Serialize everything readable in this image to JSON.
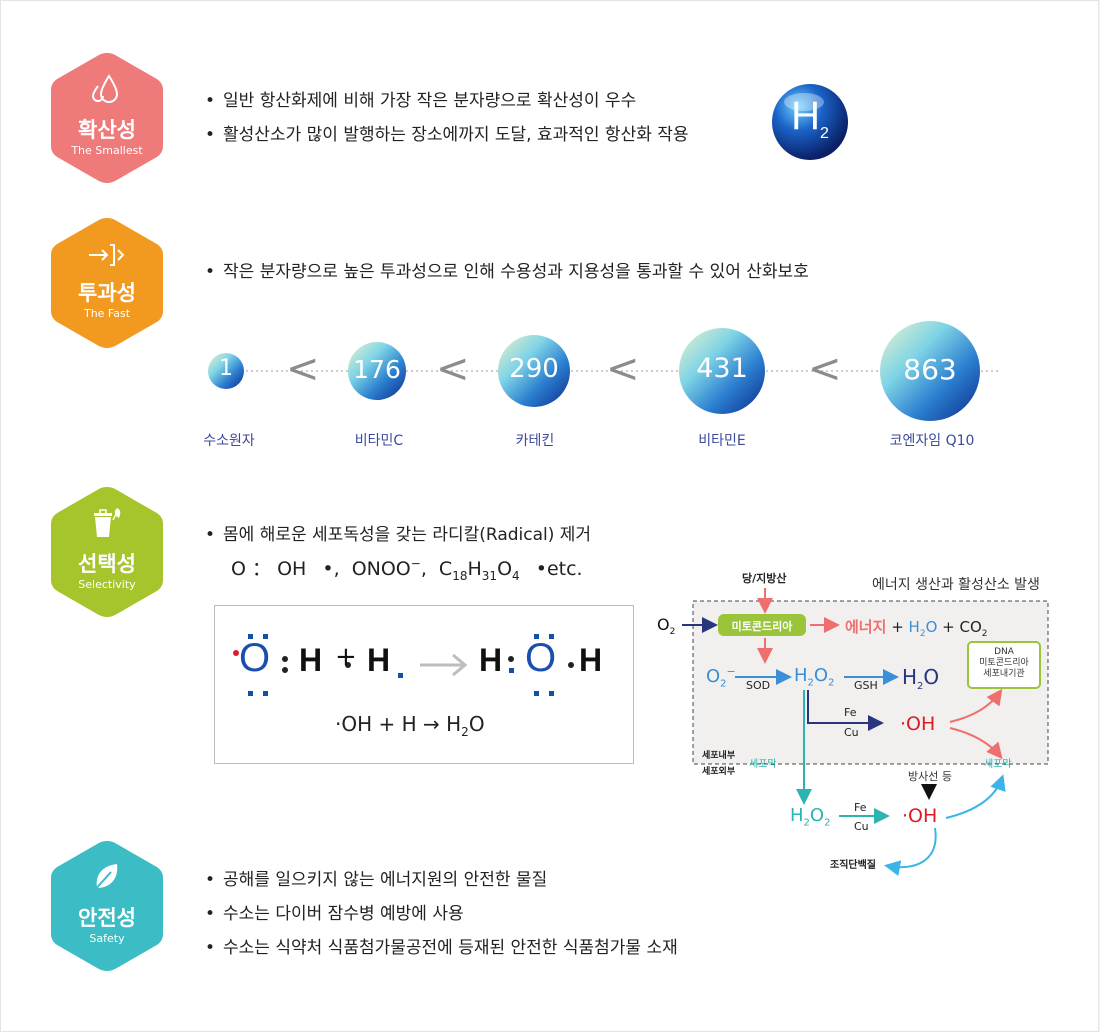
{
  "colors": {
    "smallest": "#ef7a7a",
    "fast": "#f29a1f",
    "selectivity": "#a6c52c",
    "safety": "#3cbcc4",
    "navy": "#2a3580",
    "red": "#e01b24",
    "blue": "#3a8fd8",
    "teal": "#2cb4b0"
  },
  "sections": {
    "smallest": {
      "title": "확산성",
      "subtitle": "The Smallest",
      "icon": "water-drops-icon",
      "bullets": [
        "일반 항산화제에 비해 가장 작은 분자량으로 확산성이 우수",
        "활성산소가 많이 발행하는 장소에까지 도달, 효과적인 항산화 작용"
      ],
      "ball": {
        "main": "H",
        "sub": "2"
      }
    },
    "fast": {
      "title": "투과성",
      "subtitle": "The Fast",
      "icon": "penetrate-arrow-icon",
      "bullets": [
        "작은 분자량으로 높은 투과성으로 인해 수용성과 지용성을  통과할 수 있어 산화보호"
      ],
      "molecules": [
        {
          "value": "1",
          "label": "수소원자"
        },
        {
          "value": "176",
          "label": "비타민C"
        },
        {
          "value": "290",
          "label": "카테킨"
        },
        {
          "value": "431",
          "label": "비타민E"
        },
        {
          "value": "863",
          "label": "코엔자임 Q10"
        }
      ],
      "comparator": "<"
    },
    "selectivity": {
      "title": "선택성",
      "subtitle": "Selectivity",
      "icon": "trash-bin-icon",
      "bullets": [
        "몸에 해로운 세포독성을 갖는 라디칼(Radical) 제거"
      ],
      "radicals": {
        "o": "O",
        "colon": "：",
        "oh": "OH",
        "dot": "•",
        "comma": ",",
        "onoo": "ONOO",
        "minus": "−",
        "c": "C",
        "c_n": "18",
        "h": "H",
        "h_n": "31",
        "o2": "O",
        "o_n": "4",
        "etc": "etc."
      },
      "equation": {
        "o": "O",
        "h": "H",
        "plus": "+",
        "h2": "H",
        "r_h1": "H",
        "r_o": "O",
        "r_h2": "H",
        "eq2": "·OH + H → H",
        "eq2_n": "2",
        "eq2_o": "O"
      }
    },
    "safety": {
      "title": "안전성",
      "subtitle": "Safety",
      "icon": "leaf-icon",
      "bullets": [
        "공해를 일으키지 않는 에너지원의 안전한 물질",
        "수소는 다이버 잠수병 예방에 사용",
        "수소는 식약처 식품첨가물공전에 등재된 안전한 식품첨가물 소재"
      ]
    }
  },
  "diagram": {
    "title": "에너지 생산과 활성산소 발생",
    "source": "당/지방산",
    "o2": "O",
    "o2_n": "2",
    "mito": "미토콘드리아",
    "energy": "에너지",
    "plus1": "+",
    "h2o_a": "H",
    "h2o_a_n": "2",
    "h2o_a_o": "O",
    "plus2": "+",
    "co2": "CO",
    "co2_n": "2",
    "superoxide": "O",
    "superoxide_n": "2",
    "superoxide_sup": "−",
    "sod": "SOD",
    "h2o2_a": "H",
    "h2o2_a_n": "2",
    "h2o2_a_o": "O",
    "h2o2_a_n2": "2",
    "gsh": "GSH",
    "h2o_b": "H",
    "h2o_b_n": "2",
    "h2o_b_o": "O",
    "dna": [
      "DNA",
      "미토콘드리아",
      "세포내기관"
    ],
    "fe": "Fe",
    "cu": "Cu",
    "oh_a": "·OH",
    "inside": "세포내부",
    "outside": "세포외부",
    "membrane_a": "세포막",
    "membrane_b": "세포막",
    "radiation": "방사선 등",
    "h2o2_b": "H",
    "h2o2_b_n": "2",
    "h2o2_b_o": "O",
    "h2o2_b_n2": "2",
    "fe_b": "Fe",
    "cu_b": "Cu",
    "oh_b": "·OH",
    "protein": "조직단백질"
  }
}
